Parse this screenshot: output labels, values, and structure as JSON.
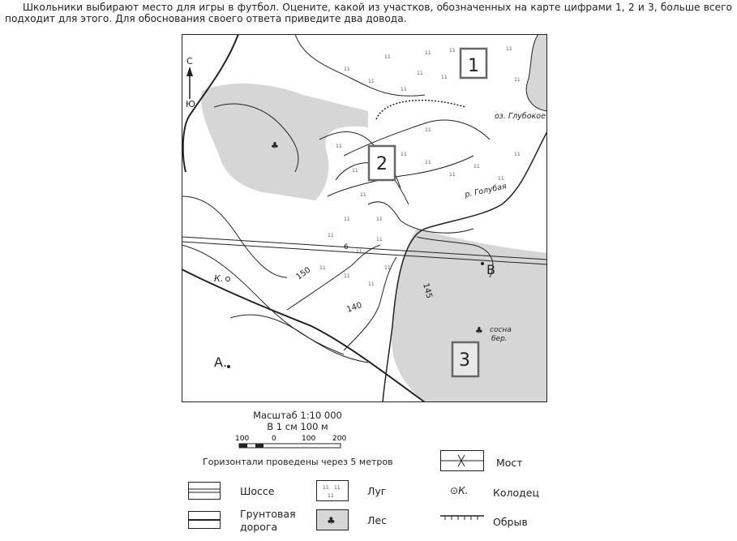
{
  "task": {
    "text": "Школьники выбирают место для игры в футбол. Оцените, какой из участков, обозначенных на карте цифрами 1, 2 и 3, больше всего подходит для этого. Для обоснования своего ответа приведите два довода."
  },
  "map": {
    "north_label": "С",
    "south_label": "Ю",
    "area_labels": [
      "1",
      "2",
      "3"
    ],
    "point_a": "А.",
    "point_b": "В",
    "lake_label": "оз. Глубокое",
    "river_label": "р. Голубая",
    "well_label": "К.",
    "forest_label_line1": "сосна",
    "forest_label_line2": "бер.",
    "contour_150": "150",
    "contour_140": "140",
    "contour_145": "145",
    "road_width": "6",
    "colors": {
      "forest": "#d6d6d6",
      "line": "#222222",
      "meadow_mark": "#555555"
    }
  },
  "scale": {
    "title": "Масштаб 1:10 000",
    "subtitle": "В 1 см 100 м",
    "ticks": [
      "100",
      "0",
      "100",
      "200"
    ],
    "contour_note": "Горизонтали проведены через 5 метров"
  },
  "legend": {
    "highway": "Шоссе",
    "meadow": "Луг",
    "bridge": "Мост",
    "well": "Колодец",
    "well_symbol": "К.",
    "dirt_road_line1": "Грунтовая",
    "dirt_road_line2": "дорога",
    "forest": "Лес",
    "cliff": "Обрыв"
  }
}
